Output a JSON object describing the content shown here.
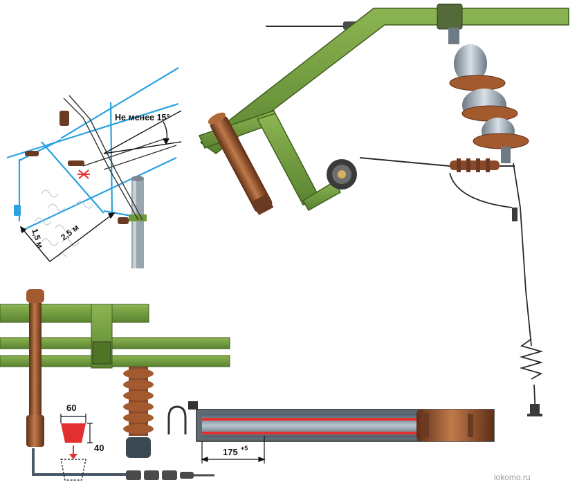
{
  "perspective": {
    "angle_label": "Не менее 15°",
    "distance_1": "1,5 м",
    "distance_2": "2,5 м"
  },
  "insulator_detail": {
    "width_label": "60",
    "height_label": "40"
  },
  "spark_gap_detail": {
    "gap_label": "175",
    "gap_tolerance": "+5"
  },
  "watermark": "lokomo.ru",
  "colors": {
    "bracket_green": "#6f9a3a",
    "bracket_dark": "#3f5e1e",
    "wire_blue": "#2aa1e0",
    "insulator_brown": "#8a4a2a",
    "spark_red": "#e23030"
  }
}
